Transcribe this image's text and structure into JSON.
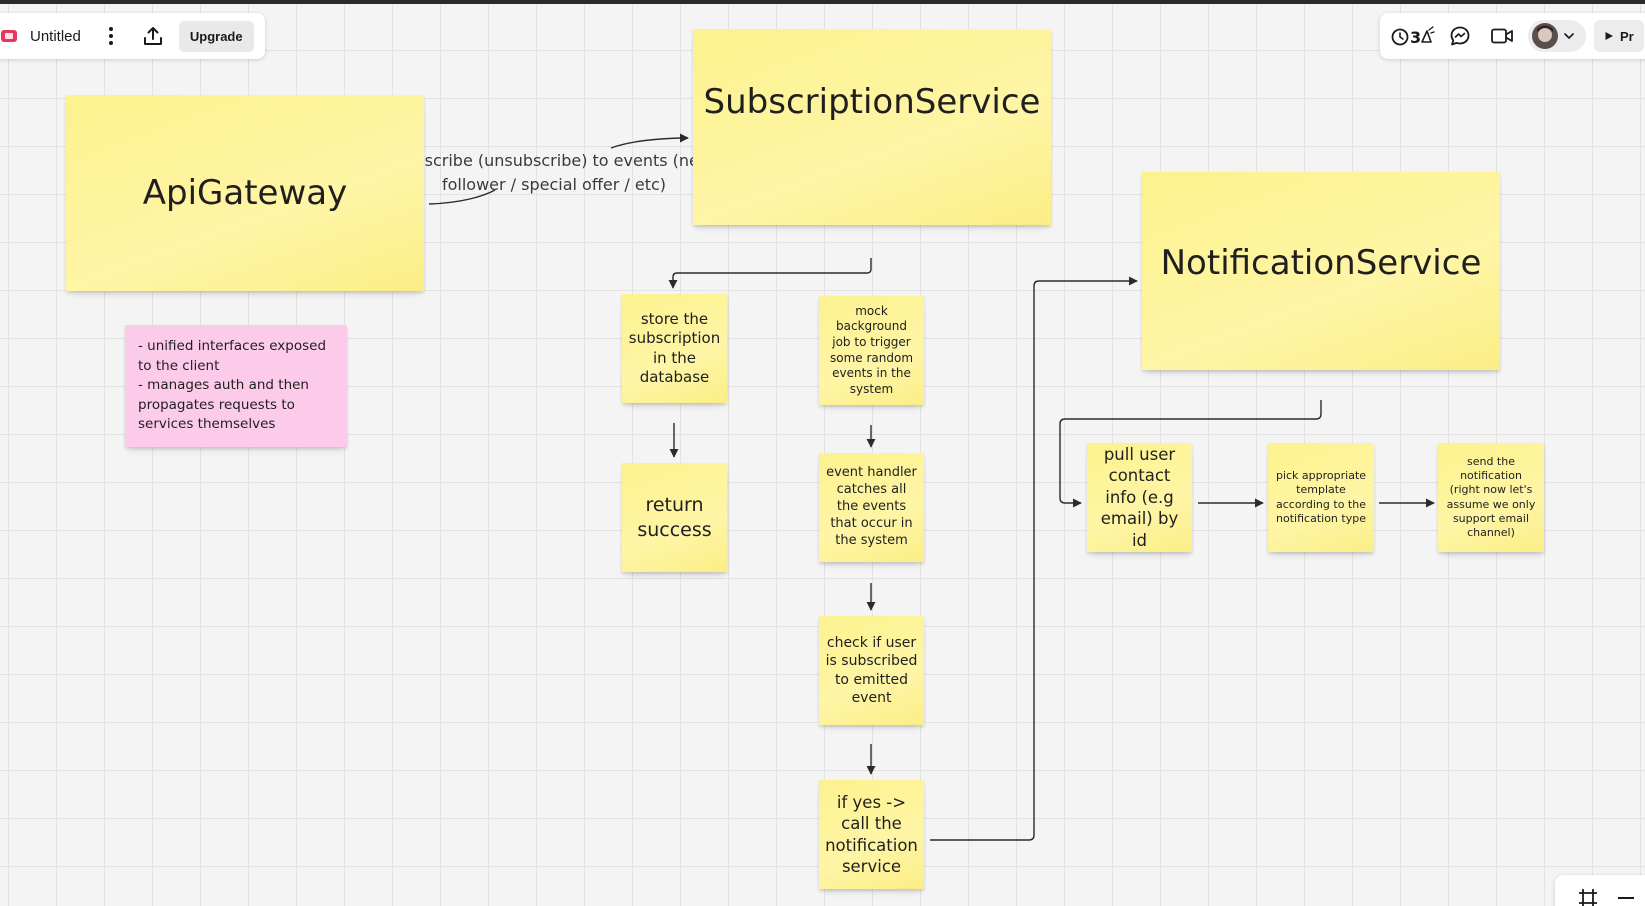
{
  "board_title": "Untitled",
  "toolbar": {
    "upgrade_label": "Upgrade",
    "present_label": "Pr"
  },
  "icons": {
    "app": "board-logo-icon",
    "menu": "kebab-menu-icon",
    "share": "upload-share-icon",
    "reactions": "reactions-icon",
    "chat": "chat-bubble-icon",
    "video": "video-camera-icon",
    "avatar": "user-avatar",
    "present": "play-icon",
    "frame": "frame-icon",
    "zoom_out": "minus-icon"
  },
  "colors": {
    "sticky_yellow": "#fef5a6",
    "sticky_pink": "#fdcbea",
    "app_logo": "#e8365d",
    "connector": "#2b2b2b"
  },
  "notes": {
    "api_gateway": "ApiGateway",
    "subscription_service": "SubscriptionService",
    "notification_service": "NotificationService",
    "api_gateway_description": "- unified interfaces exposed to the client\n- manages auth and then propagates requests to services themselves",
    "store_subscription": "store the subscription in the database",
    "return_success": "return success",
    "mock_job": "mock background job to trigger some random events in the system",
    "event_handler": "event handler catches all the events that occur in the system",
    "check_subscribed": "check if user is subscribed to emitted event",
    "call_notification": "if yes -> call the notification service",
    "pull_contact": "pull user contact info (e.g email) by id",
    "pick_template": "pick appropriate template according to the notification type",
    "send_notification": "send the notification (right now let's assume we only support email channel)"
  },
  "connector_label": {
    "line1": "subscribe (unsubscribe) to events (new",
    "line2": "follower / special offer / etc)"
  }
}
